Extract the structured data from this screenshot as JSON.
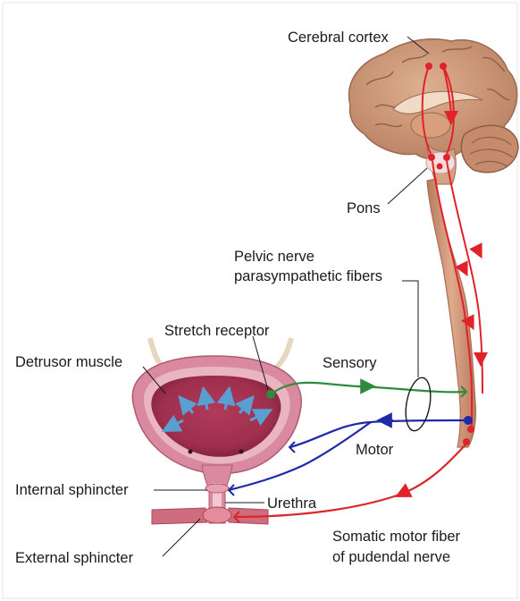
{
  "labels": {
    "cerebral_cortex": "Cerebral cortex",
    "pons": "Pons",
    "pelvic_nerve_line1": "Pelvic nerve",
    "pelvic_nerve_line2": "parasympathetic fibers",
    "stretch_receptor": "Stretch receptor",
    "detrusor_muscle": "Detrusor muscle",
    "sensory": "Sensory",
    "motor": "Motor",
    "internal_sphincter": "Internal sphincter",
    "urethra": "Urethra",
    "external_sphincter": "External  sphincter",
    "somatic_line1": "Somatic motor fiber",
    "somatic_line2": "of pudendal nerve"
  },
  "colors": {
    "brain": "#c68e6f",
    "brain_dark": "#9a6a50",
    "spinal_cord": "#d2987c",
    "bladder_outer": "#c46a80",
    "bladder_inner": "#a33a55",
    "bladder_wall": "#e7a9b6",
    "sensory_path": "#2e8b3e",
    "motor_path": "#1f2aa8",
    "somatic_path": "#d8282a",
    "cortex_path": "#e0232a",
    "stretch_arrows": "#5a9fd4"
  }
}
